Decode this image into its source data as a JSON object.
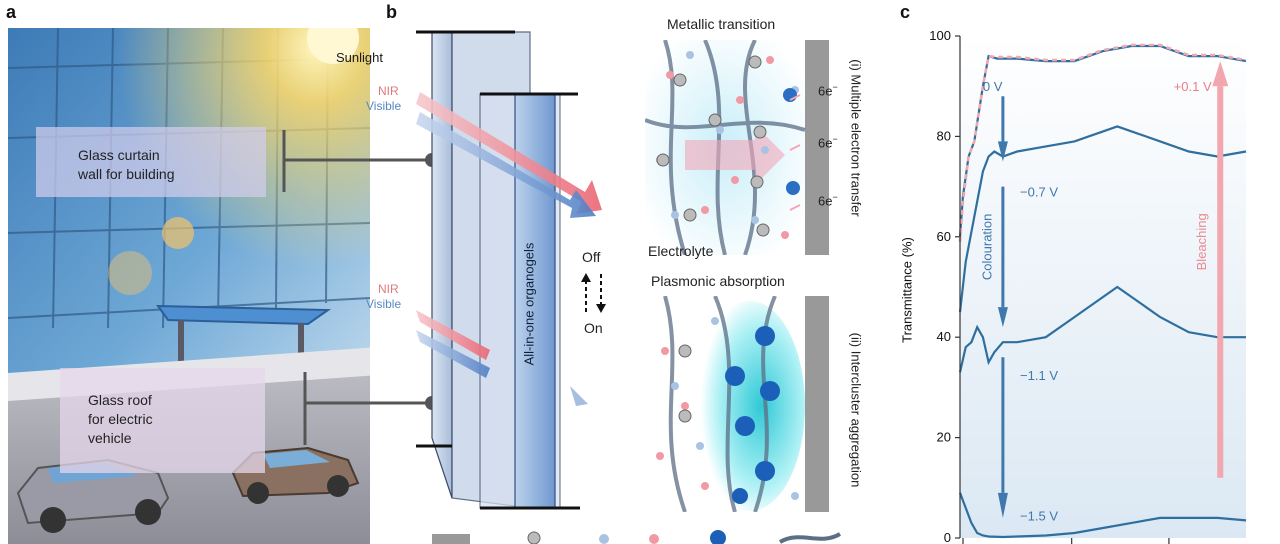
{
  "panel_a": {
    "letter": "a",
    "sunlight": "Sunlight",
    "nir": "NIR",
    "visible": "Visible",
    "curtain_line1": "Glass curtain",
    "curtain_line2": "wall for building",
    "roof_line1": "Glass roof",
    "roof_line2": "for electric",
    "roof_line3": "vehicle"
  },
  "panel_b": {
    "letter": "b",
    "organogels": "All-in-one organogels",
    "off": "Off",
    "on": "On",
    "metallic_title": "Metallic transition",
    "metallic_side": "(i) Multiple electron transfer",
    "electron": "6e",
    "electron_sup": "−",
    "electrolyte": "Electrolyte",
    "plasmonic_title": "Plasmonic absorption",
    "plasmonic_side": "(ii) Intercluster aggregation"
  },
  "panel_c": {
    "letter": "c"
  },
  "colors": {
    "curve_blue": "#2f6f9f",
    "bleach_pink": "#f2a6ad",
    "colour_blue": "#3f78ad"
  },
  "chart_data": {
    "type": "line",
    "ylabel": "Transmittance (%)",
    "xlabel": "",
    "ylim": [
      0,
      100
    ],
    "xlim": [
      0,
      100
    ],
    "yticks": [
      "0",
      "20",
      "40",
      "60",
      "80",
      "100"
    ],
    "series": [
      {
        "name": "0 V",
        "x": [
          0,
          1,
          3,
          5,
          8,
          10,
          13,
          15,
          20,
          30,
          40,
          50,
          60,
          70,
          75,
          80,
          90,
          100
        ],
        "y": [
          60,
          68,
          76,
          79,
          90,
          96,
          95.5,
          95.5,
          95.5,
          95,
          95,
          97,
          98,
          98,
          97,
          96,
          96,
          95
        ]
      },
      {
        "name": "+0.1 V",
        "x": [
          0,
          1,
          3,
          5,
          8,
          10,
          13,
          15,
          20,
          30,
          40,
          50,
          60,
          70,
          75,
          80,
          90,
          100
        ],
        "y": [
          59,
          67,
          76,
          79,
          90,
          96,
          95.8,
          95.8,
          95.8,
          95.2,
          95.2,
          97.2,
          98.2,
          98.2,
          97.2,
          96.2,
          96.2,
          95.2
        ]
      },
      {
        "name": "−0.7 V",
        "x": [
          0,
          2,
          5,
          8,
          10,
          12,
          15,
          20,
          30,
          40,
          50,
          55,
          60,
          70,
          80,
          90,
          100
        ],
        "y": [
          45,
          55,
          64,
          73,
          76,
          77,
          76,
          77,
          78,
          79,
          81,
          82,
          81,
          79,
          77,
          76,
          77
        ]
      },
      {
        "name": "−1.1 V",
        "x": [
          0,
          2,
          4,
          6,
          8,
          10,
          12,
          15,
          20,
          30,
          40,
          50,
          55,
          60,
          70,
          80,
          90,
          100
        ],
        "y": [
          33,
          38,
          39,
          42,
          40,
          35,
          37,
          39,
          39,
          40,
          44,
          48,
          50,
          48,
          44,
          41,
          40,
          40
        ]
      },
      {
        "name": "−1.5 V",
        "x": [
          0,
          2,
          4,
          6,
          8,
          10,
          15,
          20,
          30,
          40,
          50,
          60,
          70,
          80,
          90,
          100
        ],
        "y": [
          9,
          6,
          3,
          1,
          0.5,
          0.3,
          0.2,
          0.3,
          0.5,
          1,
          2,
          3,
          4,
          4,
          4,
          3.5
        ]
      }
    ],
    "annotations": {
      "colouration": "Colouration",
      "bleaching": "Bleaching"
    }
  }
}
